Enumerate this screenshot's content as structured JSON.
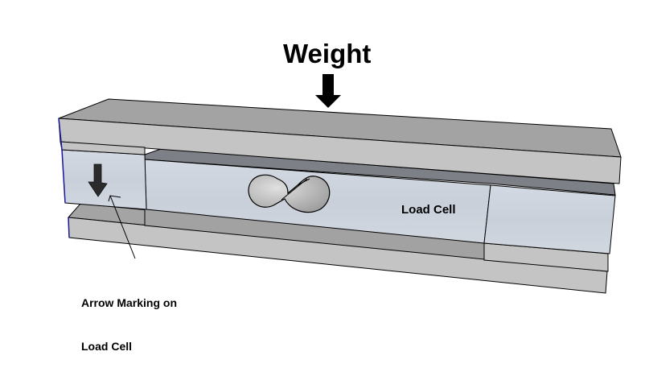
{
  "diagram": {
    "title": "Weight",
    "load_cell_label": "Load Cell",
    "annotation": {
      "line1": "Arrow Marking on",
      "line2": "Load Cell"
    },
    "parts": [
      {
        "name": "top-plate",
        "description": "Upper mounting plate"
      },
      {
        "name": "load-cell",
        "description": "Load cell body with strain cut-out"
      },
      {
        "name": "bottom-plate",
        "description": "Lower mounting plate"
      },
      {
        "name": "weight-arrow",
        "description": "Downward force arrow"
      },
      {
        "name": "direction-arrow-marking",
        "description": "Arrow marking on load cell end"
      }
    ],
    "colors": {
      "plate_top_face": "#a3a3a3",
      "plate_front_face": "#c4c4c4",
      "cell_face": "#cfd6e0",
      "cell_shadow": "#7e8088",
      "outline": "#000000",
      "arrow": "#1a1a1a"
    }
  }
}
